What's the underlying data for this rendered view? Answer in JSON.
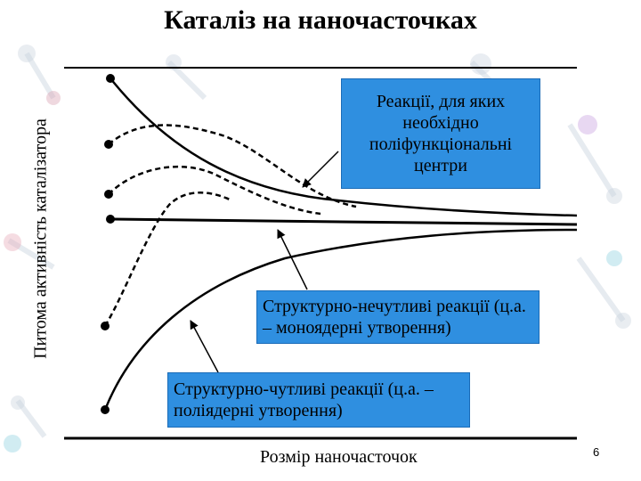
{
  "slide": {
    "title": "Каталіз на наночасточках",
    "y_axis_label": "Питома активність каталізатора",
    "x_axis_label": "Розмір наночасточок",
    "page_number": "6"
  },
  "annotations": {
    "polyfunctional": "Реакції, для яких необхідно поліфункціональні центри",
    "insensitive": "Структурно-нечутливі реакції (ц.а. – моноядерні утворення)",
    "sensitive": "Структурно-чутливі реакції (ц.а. – поліядерні утворення)"
  },
  "colors": {
    "box_fill": "#2f8fe0",
    "line": "#000000"
  }
}
